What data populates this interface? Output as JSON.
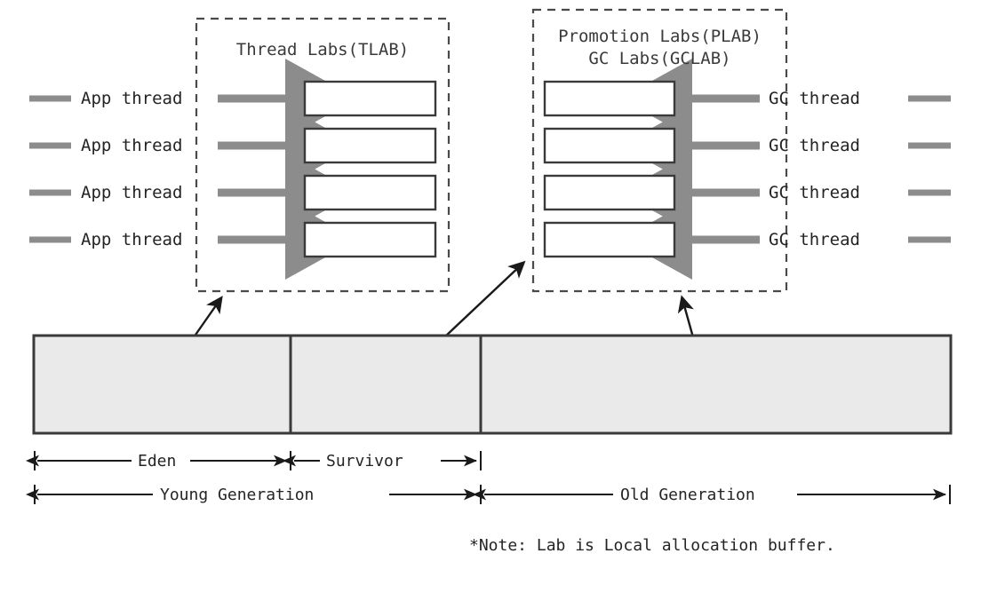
{
  "diagram": {
    "title_left": "Thread Labs(TLAB)",
    "title_right_line1": "Promotion Labs(PLAB)",
    "title_right_line2": "GC Labs(GCLAB)",
    "note": "*Note: Lab is Local allocation buffer.",
    "app_threads": [
      {
        "label": "App thread"
      },
      {
        "label": "App thread"
      },
      {
        "label": "App thread"
      },
      {
        "label": "App thread"
      }
    ],
    "gc_threads": [
      {
        "label": "GC thread"
      },
      {
        "label": "GC thread"
      },
      {
        "label": "GC thread"
      },
      {
        "label": "GC thread"
      }
    ],
    "tlab_slots": [
      "",
      "",
      "",
      ""
    ],
    "plab_slots": [
      "",
      "",
      "",
      ""
    ],
    "memory_regions": [
      {
        "name": "eden"
      },
      {
        "name": "survivor"
      },
      {
        "name": "old"
      }
    ],
    "scale_row1": [
      {
        "label": "Eden"
      },
      {
        "label": "Survivor"
      }
    ],
    "scale_row2": [
      {
        "label": "Young Generation"
      },
      {
        "label": "Old Generation"
      }
    ],
    "colors": {
      "thread_gray": "#8c8c8c",
      "region_fill": "#eaeaea",
      "stroke_dark": "#3a3a3a",
      "text": "#242424",
      "dashed": "#4a4a4a"
    }
  }
}
